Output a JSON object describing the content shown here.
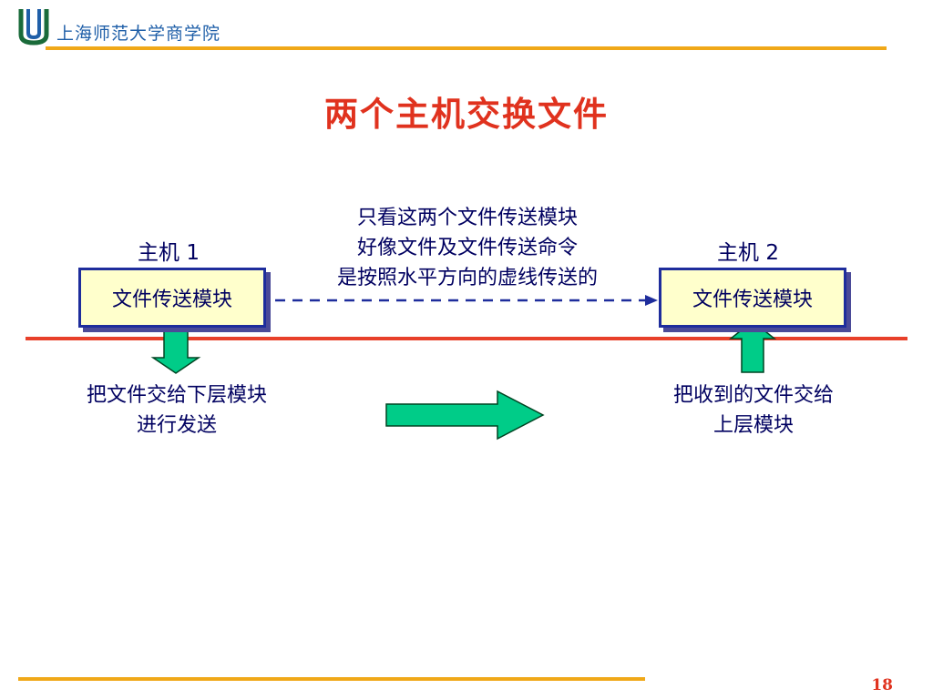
{
  "header": {
    "school_name": "上海师范大学商学院"
  },
  "slide": {
    "title": "两个主机交换文件",
    "host1": {
      "label": "主机 1",
      "module": "文件传送模块"
    },
    "host2": {
      "label": "主机 2",
      "module": "文件传送模块"
    },
    "note_lines": [
      "只看这两个文件传送模块",
      "好像文件及文件传送命令",
      "是按照水平方向的虚线传送的"
    ],
    "sender_caption_lines": [
      "把文件交给下层模块",
      "进行发送"
    ],
    "receiver_caption_lines": [
      "把收到的文件交给",
      "上层模块"
    ]
  },
  "colors": {
    "title": "#e0321e",
    "text": "#000060",
    "module_fill": "#ffffcc",
    "module_border": "#1e2d9c",
    "red_line": "#e8402a",
    "arrow_fill": "#00cc88",
    "rule": "#f0a818",
    "school": "#1f5fa8"
  },
  "footer": {
    "page_number": "18"
  }
}
